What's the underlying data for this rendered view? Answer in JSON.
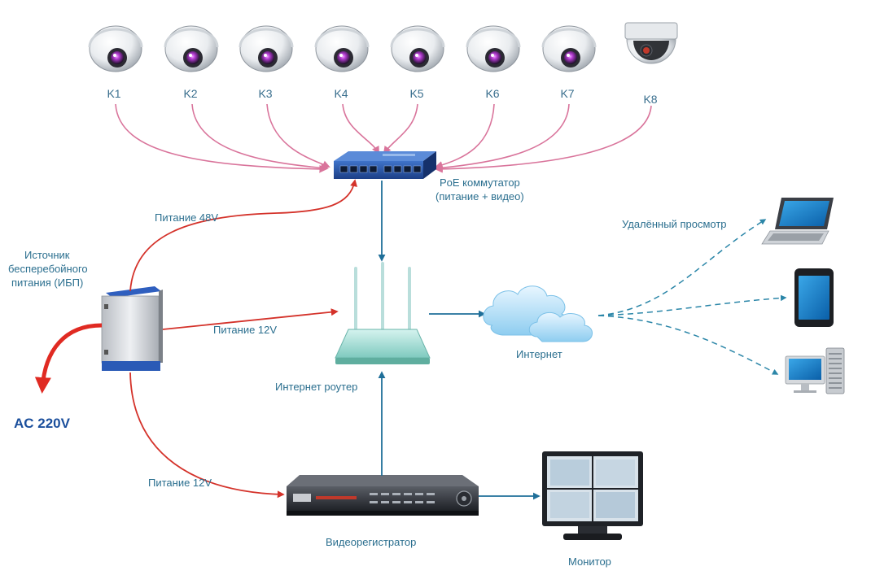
{
  "cameras": [
    {
      "id": "K1",
      "label": "K1",
      "kind": "dome"
    },
    {
      "id": "K2",
      "label": "K2",
      "kind": "dome"
    },
    {
      "id": "K3",
      "label": "K3",
      "kind": "dome"
    },
    {
      "id": "K4",
      "label": "K4",
      "kind": "dome"
    },
    {
      "id": "K5",
      "label": "K5",
      "kind": "dome"
    },
    {
      "id": "K6",
      "label": "K6",
      "kind": "dome"
    },
    {
      "id": "K7",
      "label": "K7",
      "kind": "dome"
    },
    {
      "id": "K8",
      "label": "K8",
      "kind": "ptz"
    }
  ],
  "labels": {
    "poe_line1": "PoE коммутатор",
    "poe_line2": "(питание + видео)",
    "ups_line1": "Источник",
    "ups_line2": "бесперебойного",
    "ups_line3": "питания (ИБП)",
    "power_48": "Питание 48V",
    "power_12_router": "Питание 12V",
    "power_12_dvr": "Питание 12V",
    "ac": "AC 220V",
    "router": "Интернет роутер",
    "internet": "Интернет",
    "remote": "Удалённый просмотр",
    "dvr": "Видеорегистратор",
    "monitor": "Монитор"
  },
  "colors": {
    "camera_link": "#d9749b",
    "power": "#d4322a",
    "data": "#1f6f99",
    "label": "#2b6f8f",
    "ac_label": "#1b4f9c"
  },
  "icons": {
    "switch": "poe-switch-icon",
    "ups": "ups-icon",
    "router": "wifi-router-icon",
    "cloud": "cloud-icon",
    "laptop": "laptop-icon",
    "tablet": "tablet-icon",
    "desktop": "desktop-computer-icon",
    "dvr": "dvr-icon",
    "monitor": "monitor-icon"
  }
}
